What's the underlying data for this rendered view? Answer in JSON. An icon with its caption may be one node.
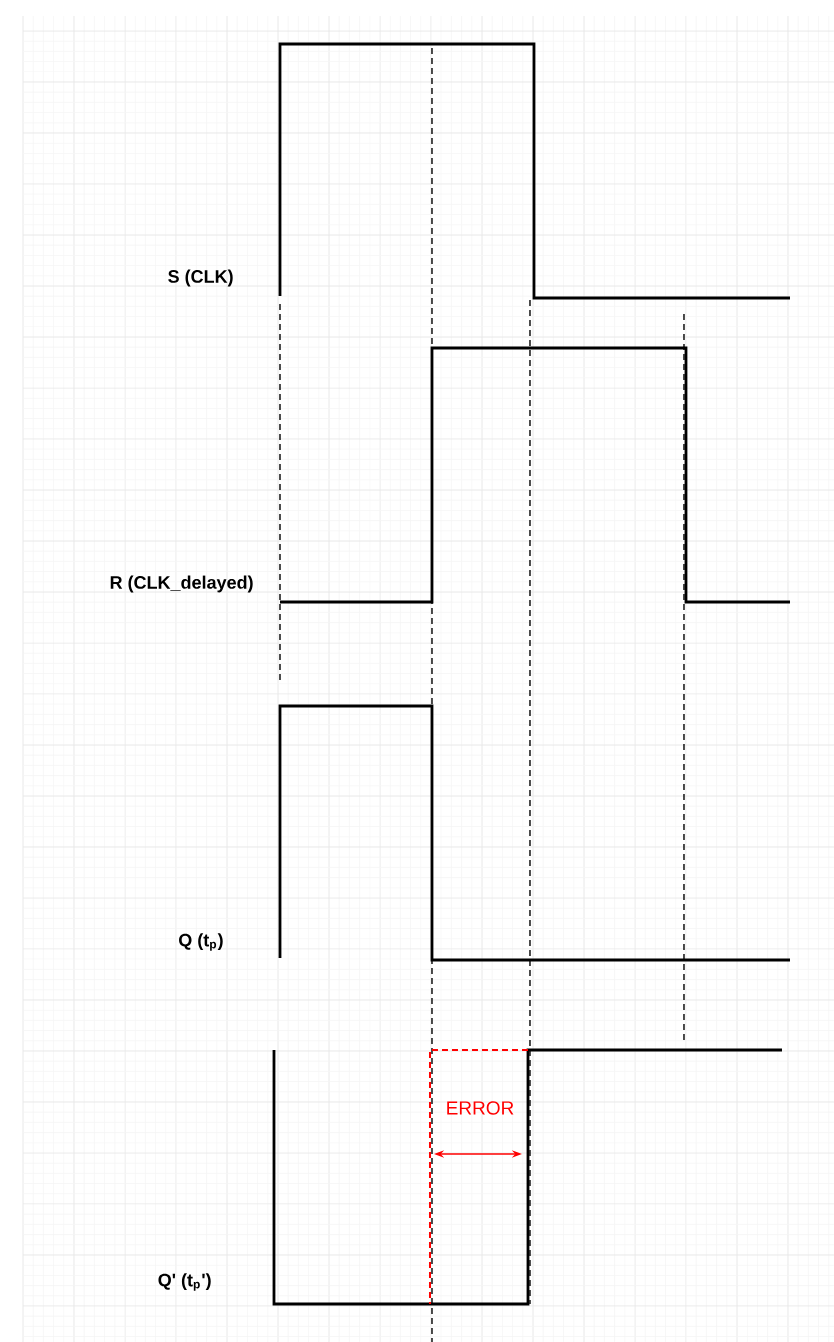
{
  "diagram": {
    "labels": [
      "S (CLK)",
      "R (CLK_delayed)",
      "Q (t$_{p}$)",
      "Q' (t$_{p}$')",
      "ERROR"
    ]
  }
}
